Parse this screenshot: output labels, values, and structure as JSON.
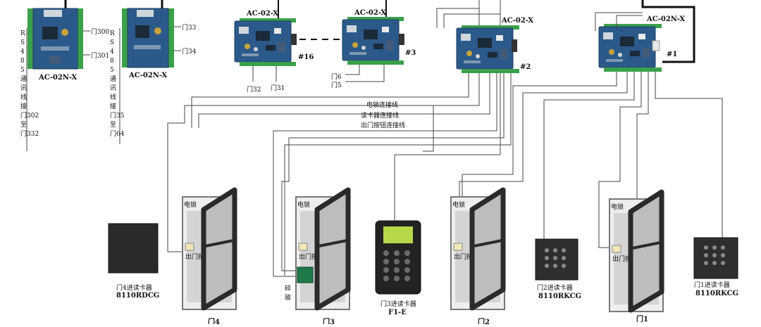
{
  "boards": {
    "b300": {
      "name": "AC-02N-X",
      "doors": [
        "门300",
        "门301"
      ]
    },
    "b33": {
      "name": "AC-02N-X",
      "doors": [
        "门33",
        "门34"
      ]
    },
    "b16": {
      "name": "AC-02-X",
      "num": "#16",
      "doors": [
        "门32",
        "门31"
      ]
    },
    "b3": {
      "name": "AC-02-X",
      "num": "#3",
      "doors": [
        "门6",
        "门5"
      ]
    },
    "b2": {
      "name": "AC-02-X",
      "num": "#2"
    },
    "b1": {
      "name": "AC-02N-X",
      "num": "#1"
    }
  },
  "rs485_left": {
    "chars": [
      "R",
      "S",
      "4",
      "8",
      "5",
      "通",
      "讯",
      "线",
      "接",
      "门302",
      "至",
      "门332"
    ]
  },
  "rs485_mid": {
    "chars": [
      "R",
      "S",
      "4",
      "8",
      "5",
      "通",
      "讯",
      "线",
      "接",
      "门35",
      "至",
      "门64"
    ]
  },
  "cables": [
    "电锁连接线",
    "读卡器连接线",
    "出门按钮连接线"
  ],
  "lock_label": "电锁",
  "button_label": "出门按钮",
  "devices": {
    "reader4": {
      "title": "门4进读卡器",
      "model": "8110RDCG"
    },
    "reader3": {
      "title": "门3进读卡器",
      "model": "F1-E"
    },
    "reader2": {
      "title": "门2进读卡器",
      "model": "8110RKCG"
    },
    "reader1": {
      "title": "门1进读卡器",
      "model": "8110RKCG"
    },
    "breakglass": "碎玻"
  },
  "doors": [
    "门4",
    "门3",
    "门2",
    "门1"
  ],
  "colors": {
    "board": "#2b5a8a",
    "terminal": "#3aa04a",
    "line": "#444444",
    "frame": "#2a2a2a"
  }
}
